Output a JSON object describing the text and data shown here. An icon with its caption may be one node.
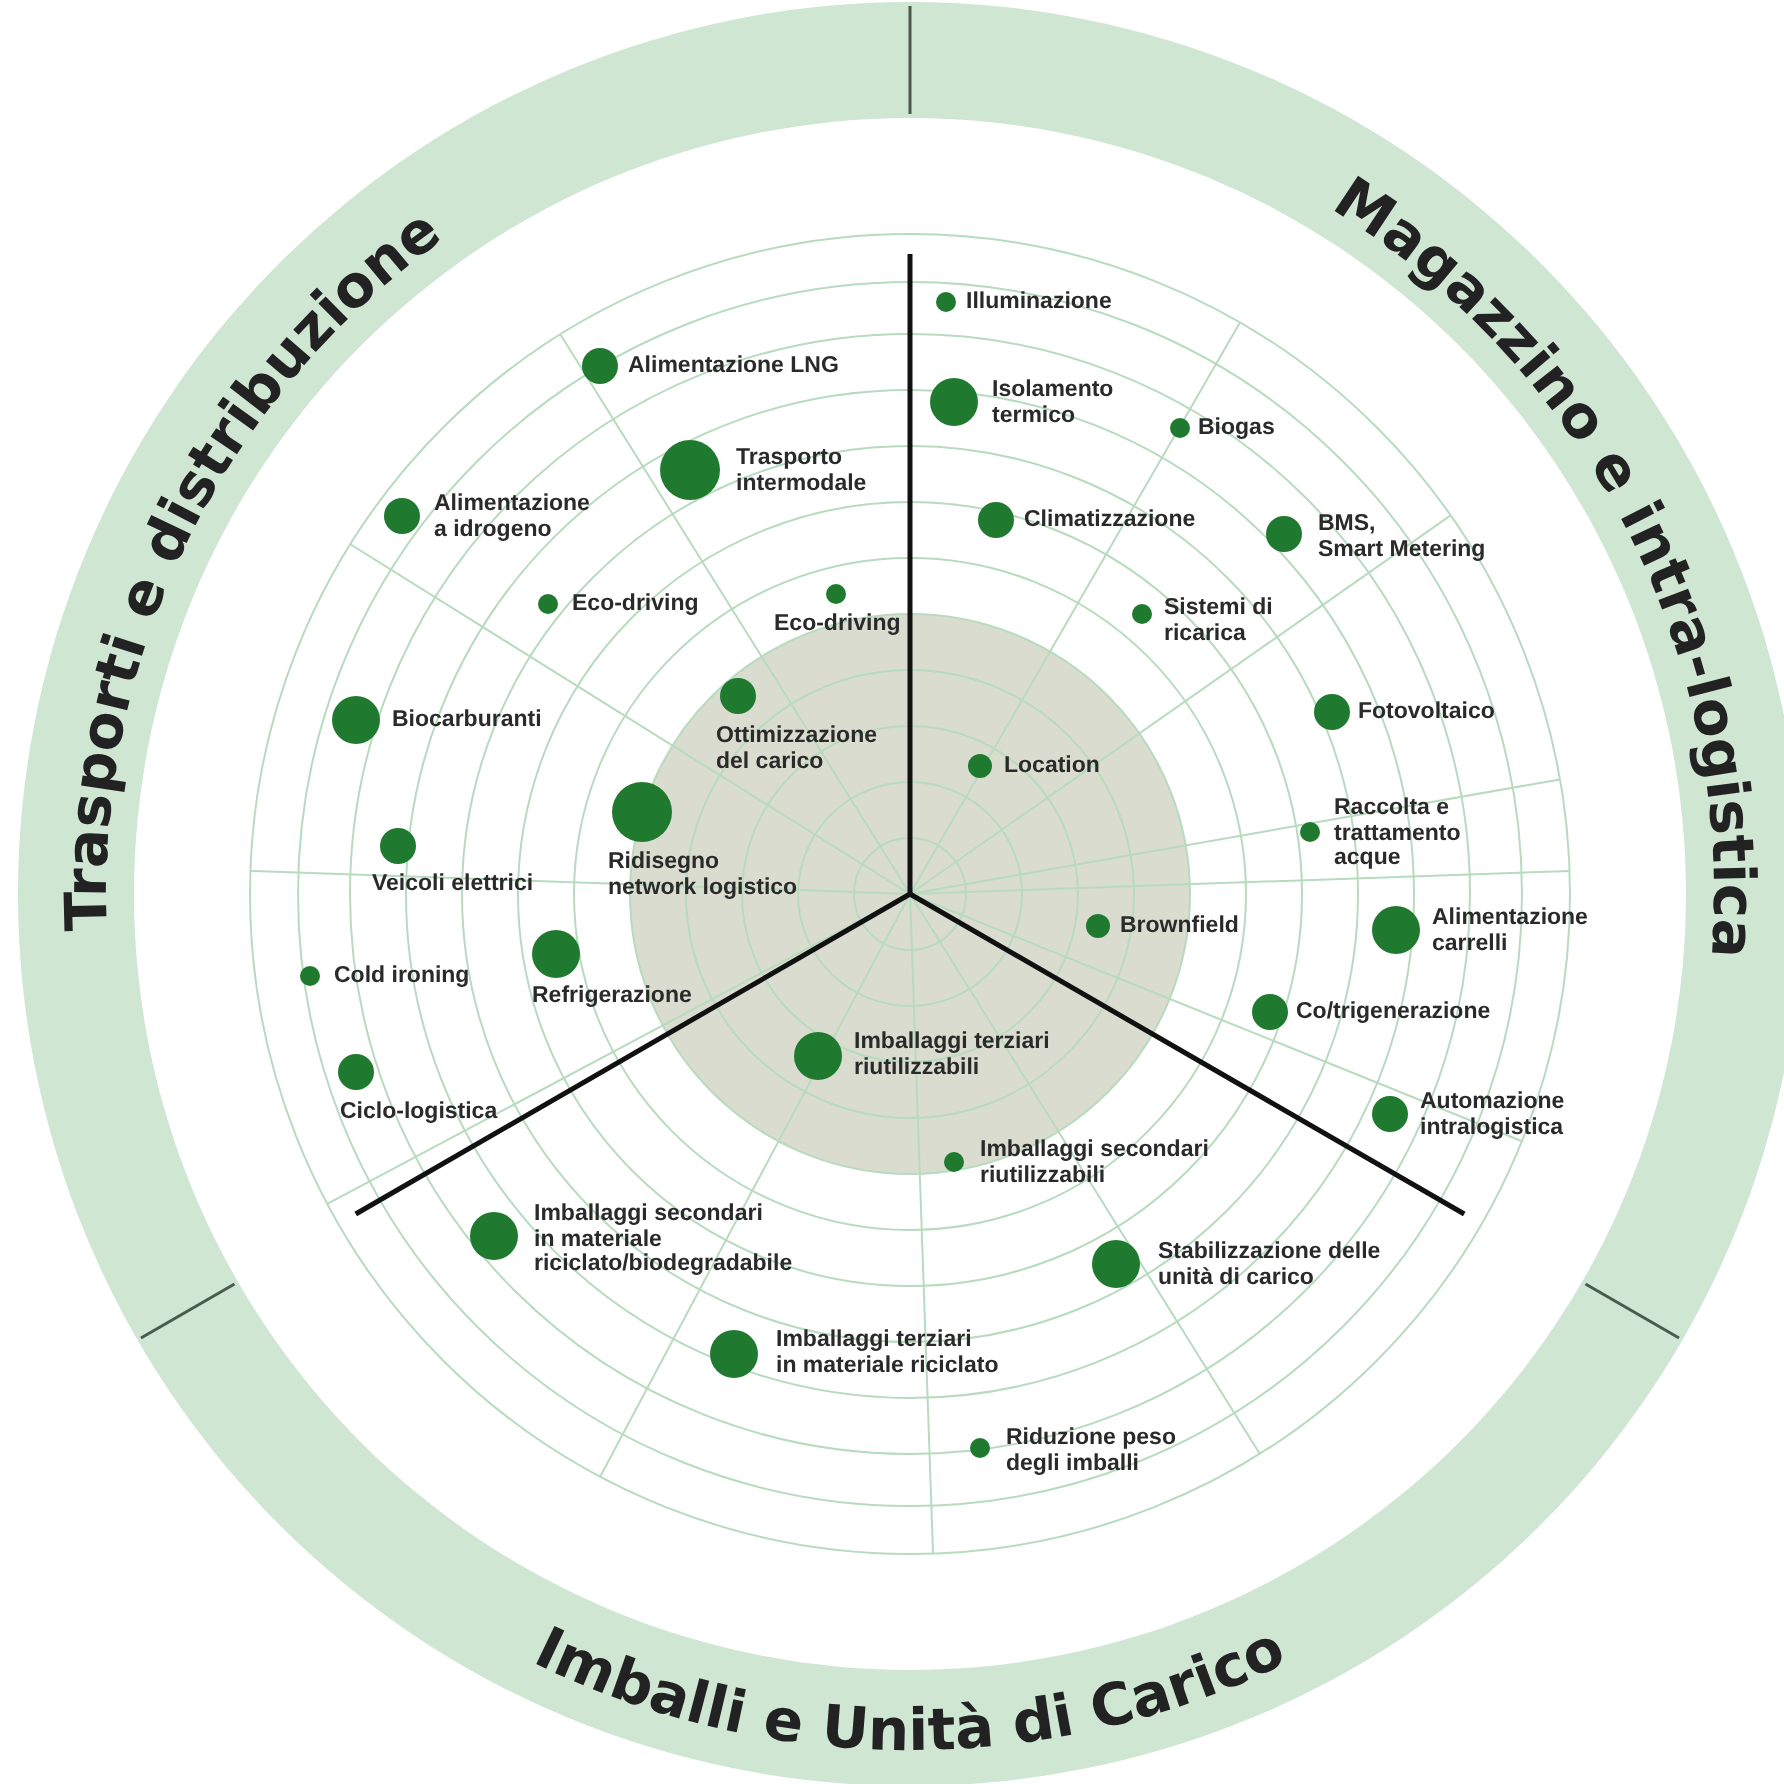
{
  "diagram": {
    "nodes": [
      {
        "text": [
          "Alimentazione LNG"
        ]
      },
      {
        "text": [
          "Trasporto intermodale"
        ]
      },
      {
        "text": [
          "Alimentazione a idrogeno"
        ]
      },
      {
        "text": [
          "Eco-driving"
        ]
      },
      {
        "text": [
          "Eco-driving"
        ]
      },
      {
        "text": [
          "Ottimizzazione del carico"
        ]
      },
      {
        "text": [
          "Biocarburanti"
        ]
      },
      {
        "text": [
          "Ridisegno network logistico"
        ]
      },
      {
        "text": [
          "Veicoli elettrici"
        ]
      },
      {
        "text": [
          "Cold ironing"
        ]
      },
      {
        "text": [
          "Refrigerazione"
        ]
      },
      {
        "text": [
          "Ciclo-logistica"
        ]
      },
      {
        "text": [
          "Illuminazione"
        ]
      },
      {
        "text": [
          "Isolamento termico"
        ]
      },
      {
        "text": [
          "Biogas"
        ]
      },
      {
        "text": [
          "Climatizzazione"
        ]
      },
      {
        "text": [
          "BMS, Smart Metering"
        ]
      },
      {
        "text": [
          "Sistemi di ricarica"
        ]
      },
      {
        "text": [
          "Fotovoltaico"
        ]
      },
      {
        "text": [
          "Location"
        ]
      },
      {
        "text": [
          "Raccolta e trattamento acque"
        ]
      },
      {
        "text": [
          "Brownfield"
        ]
      },
      {
        "text": [
          "Alimentazione carrelli"
        ]
      },
      {
        "text": [
          "Co/trigenerazione"
        ]
      },
      {
        "text": [
          "Automazione intralogistica"
        ]
      },
      {
        "text": [
          "Imballaggi terziari riutilizzabili"
        ]
      },
      {
        "text": [
          "Imballaggi secondari riutilizzabili"
        ]
      },
      {
        "text": [
          "Imballaggi secondari in materiale riciclato/biodegradabile"
        ]
      },
      {
        "text": [
          "Stabilizzazione delle unità di carico"
        ]
      },
      {
        "text": [
          "Imballaggi terziari in materiale riciclato"
        ]
      },
      {
        "text": [
          "Riduzione peso degli imballi"
        ]
      }
    ],
    "labels": [
      "Trasporti e distribuzione",
      "Magazzino e intra-logistica",
      "Imballi e Unità di Carico"
    ]
  }
}
